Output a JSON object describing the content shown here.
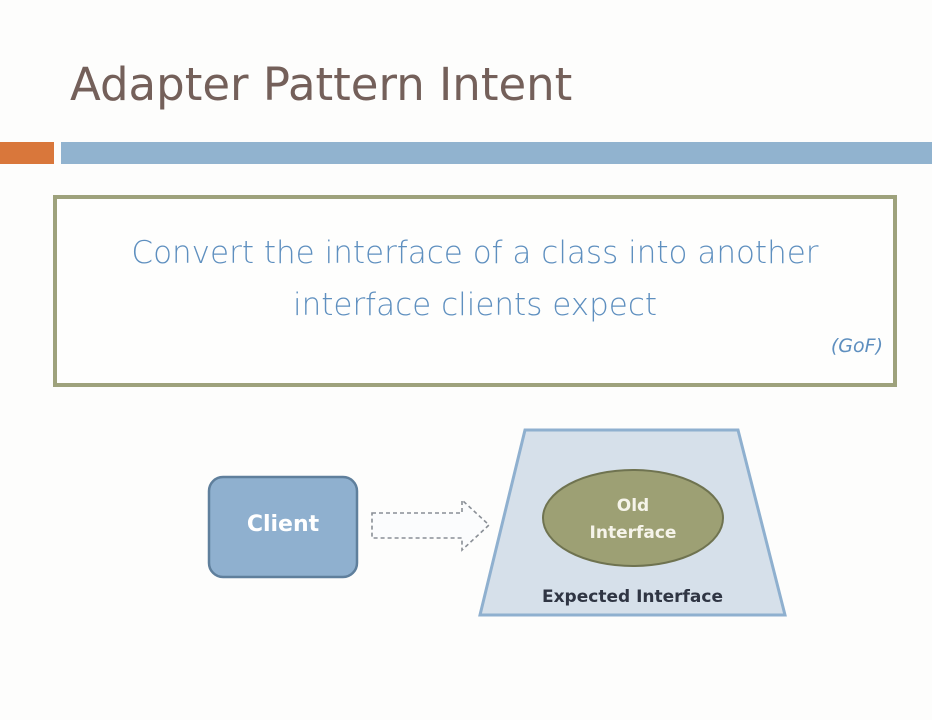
{
  "slide": {
    "title": "Adapter Pattern Intent",
    "accent_colors": {
      "orange": "#d9773b",
      "blue": "#91b3cf",
      "olive": "#9ea27c"
    }
  },
  "quote": {
    "line1": "Convert the interface of a class into another",
    "line2": "interface clients expect",
    "citation": "(GoF)"
  },
  "diagram": {
    "client_label": "Client",
    "old_interface_line1": "Old",
    "old_interface_line2": "Interface",
    "expected_interface_label": "Expected Interface",
    "arrow_style": "dashed"
  }
}
